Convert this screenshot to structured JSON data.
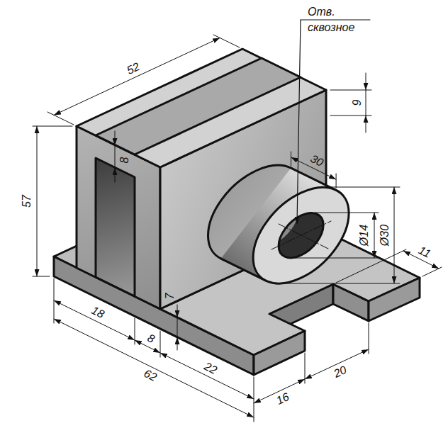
{
  "diagram": {
    "labels": [
      "Отв. сквозное",
      "52",
      "9",
      "8",
      "30",
      "Ø14",
      "Ø30",
      "57",
      "11",
      "7",
      "18",
      "8",
      "62",
      "22",
      "16",
      "20"
    ]
  }
}
